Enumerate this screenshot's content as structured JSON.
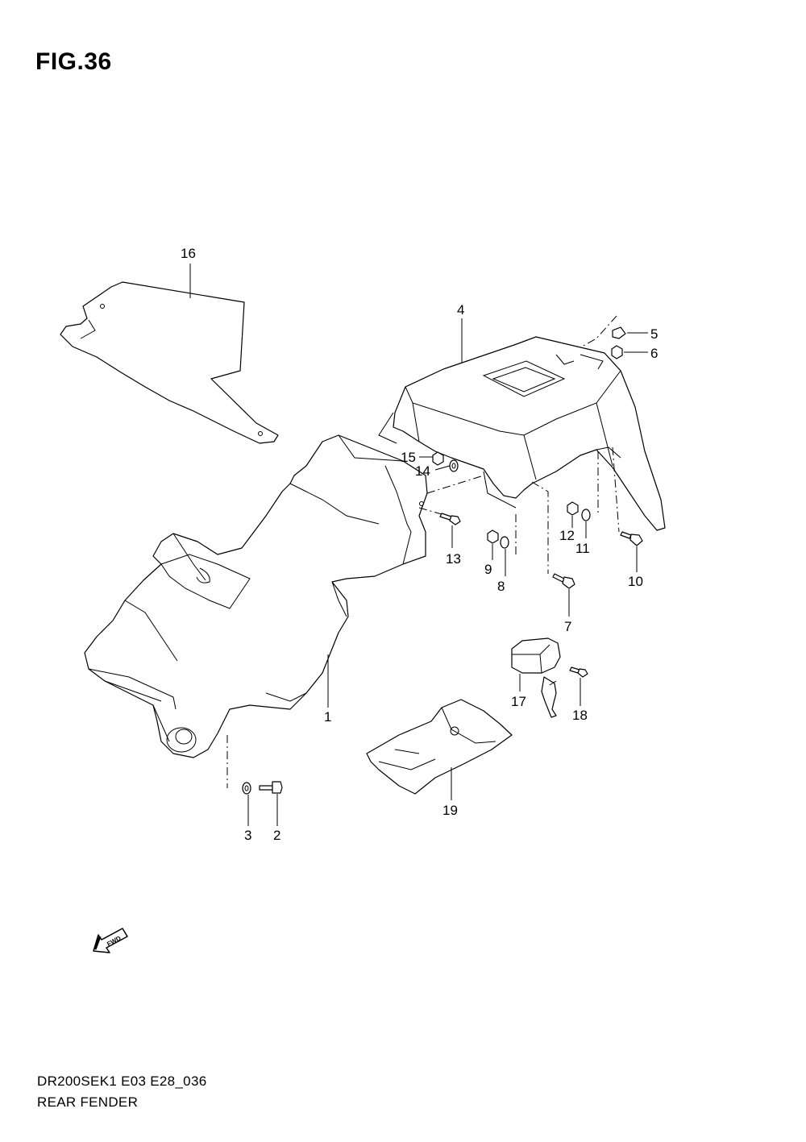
{
  "figure": {
    "title": "FIG.36",
    "model_code": "DR200SEK1 E03 E28_036",
    "name": "REAR FENDER"
  },
  "fwd_arrow": {
    "label": "FWD",
    "icon": "fwd-arrow-icon"
  },
  "callouts": [
    "1",
    "2",
    "3",
    "4",
    "5",
    "6",
    "7",
    "8",
    "9",
    "10",
    "11",
    "12",
    "13",
    "14",
    "15",
    "16",
    "17",
    "18",
    "19"
  ]
}
